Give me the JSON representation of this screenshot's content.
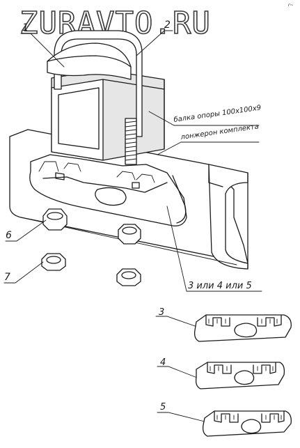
{
  "watermark": "ZURAVTO.RU",
  "callouts": {
    "c1": "1",
    "c2": "2",
    "c3": "3",
    "c4": "4",
    "c5": "5",
    "c6": "6",
    "c7": "7"
  },
  "annotations": {
    "beam": "балка опоры 100х100х9",
    "spar": "лонжерон комплекта",
    "variants": "3 или 4 или 5"
  },
  "corner_mark": "r~"
}
